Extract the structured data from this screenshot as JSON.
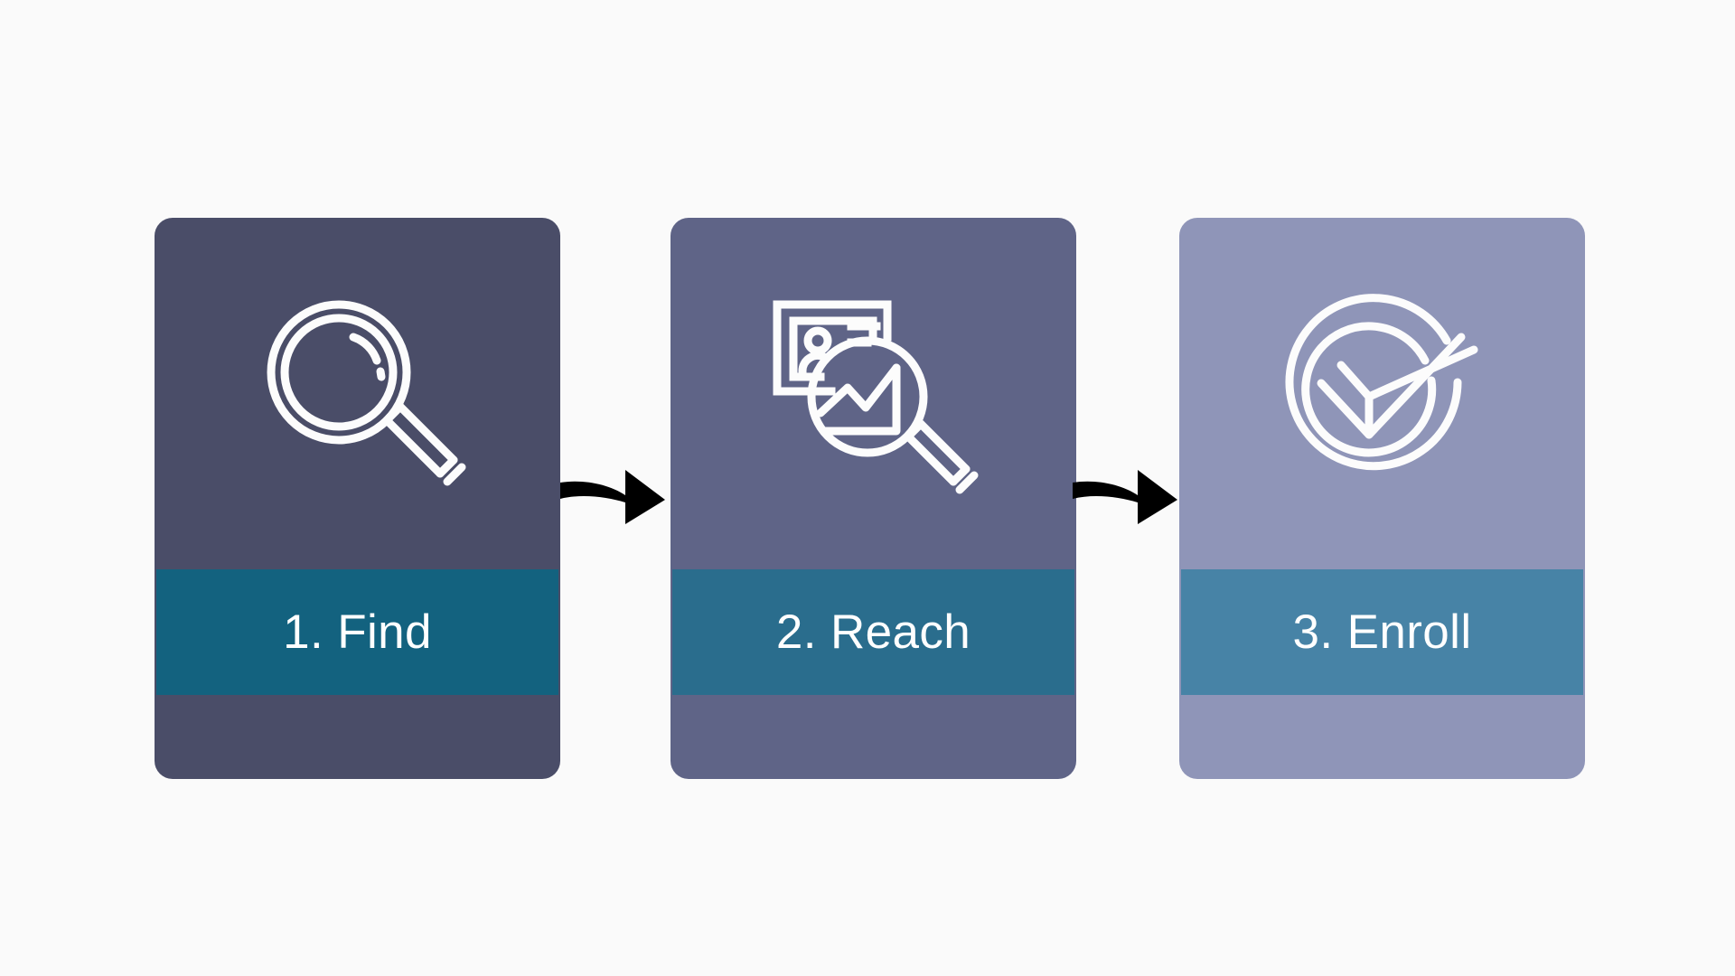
{
  "background_color": "#FAFAFA",
  "diagram": {
    "type": "process-flow",
    "title": "",
    "step_count": 3,
    "arrow_color": "#000000",
    "steps": [
      {
        "id": "find",
        "label": "1. Find",
        "number": "1",
        "name": "Find",
        "icon": "magnifier-icon",
        "body_color": "#4A4D68",
        "band_color": "#13627F",
        "label_color": "#FFFFFF"
      },
      {
        "id": "reach",
        "label": "2. Reach",
        "number": "2",
        "name": "Reach",
        "icon": "image-analysis-magnifier-icon",
        "body_color": "#5F6487",
        "band_color": "#2A6D8D",
        "label_color": "#FFFFFF"
      },
      {
        "id": "enroll",
        "label": "3. Enroll",
        "number": "3",
        "name": "Enroll",
        "icon": "circle-check-icon",
        "body_color": "#8F95B8",
        "band_color": "#4783A6",
        "label_color": "#FFFFFF"
      }
    ],
    "connectors": [
      {
        "id": "arrow-find-to-reach",
        "icon": "curved-right-arrow-icon"
      },
      {
        "id": "arrow-reach-to-enroll",
        "icon": "curved-right-arrow-icon"
      }
    ]
  }
}
